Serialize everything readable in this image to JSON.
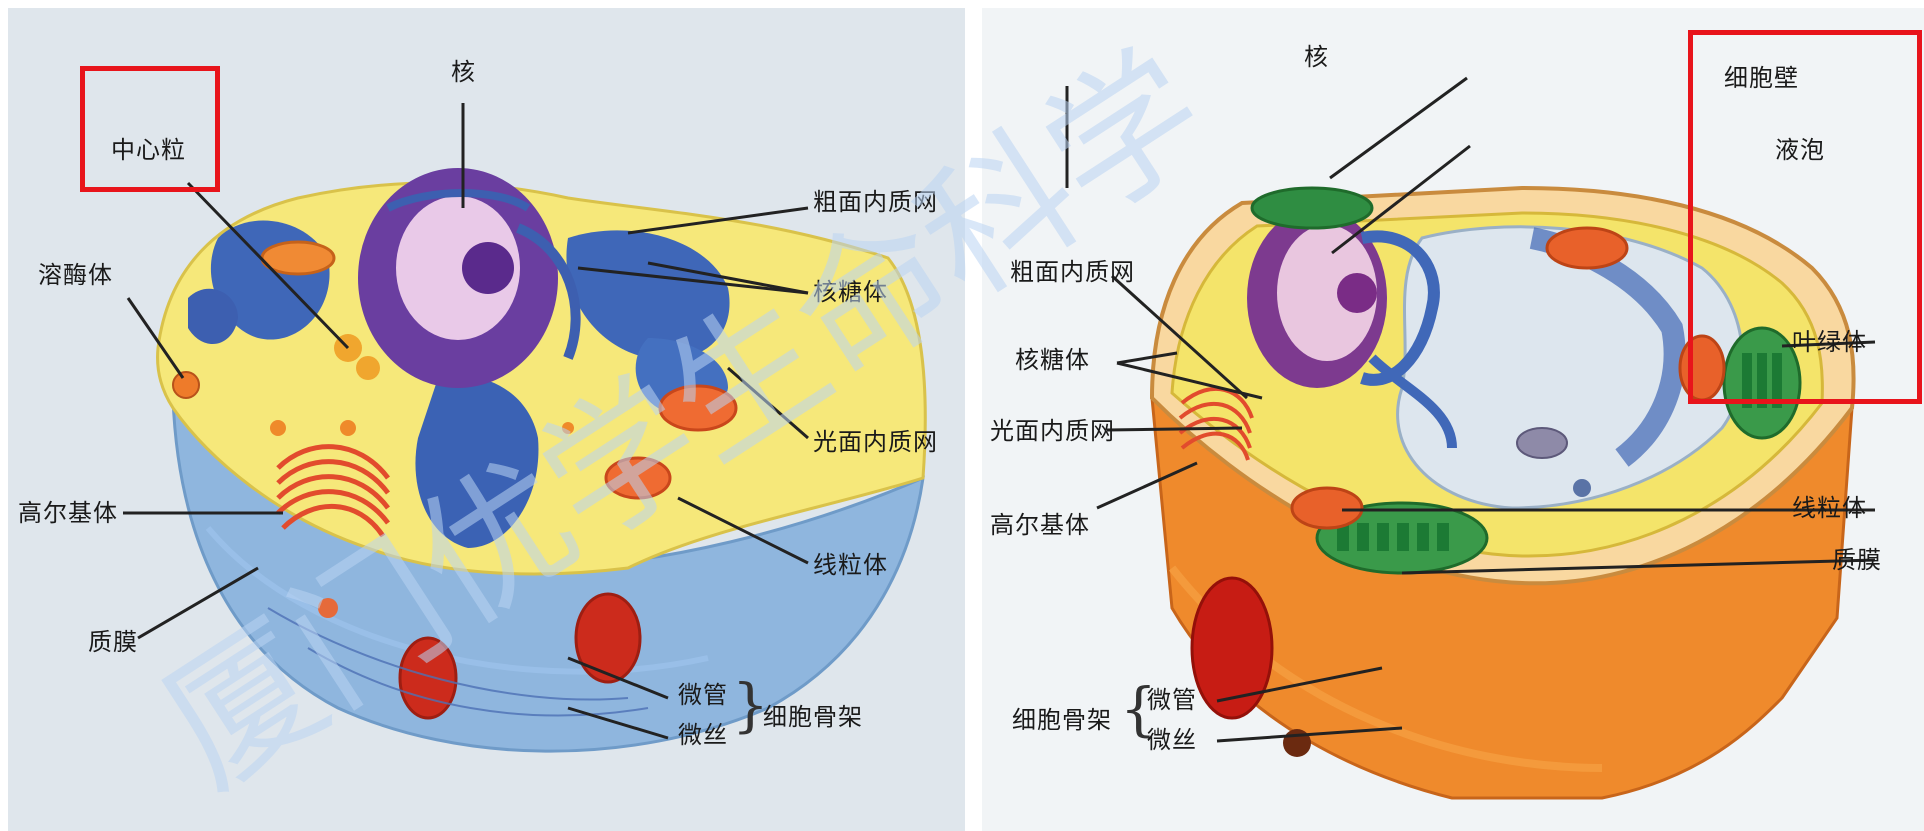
{
  "animal": {
    "nucleus": "核",
    "centriole": "中心粒",
    "rough_er": "粗面内质网",
    "lysosome": "溶酶体",
    "ribosome": "核糖体",
    "smooth_er": "光面内质网",
    "golgi": "高尔基体",
    "mitochondria": "线粒体",
    "membrane": "质膜",
    "microtubule": "微管",
    "microfilament": "微丝",
    "cytoskeleton": "细胞骨架"
  },
  "plant": {
    "nucleus": "核",
    "cell_wall": "细胞壁",
    "vacuole": "液泡",
    "rough_er": "粗面内质网",
    "ribosome": "核糖体",
    "chloroplast": "叶绿体",
    "smooth_er": "光面内质网",
    "golgi": "高尔基体",
    "mitochondria": "线粒体",
    "membrane": "质膜",
    "cytoskeleton": "细胞骨架",
    "microtubule": "微管",
    "microfilament": "微丝"
  },
  "watermark": "厦门优学生命科学",
  "colors": {
    "highlight": "#e8141b",
    "watermark": "#b9d3f3"
  }
}
